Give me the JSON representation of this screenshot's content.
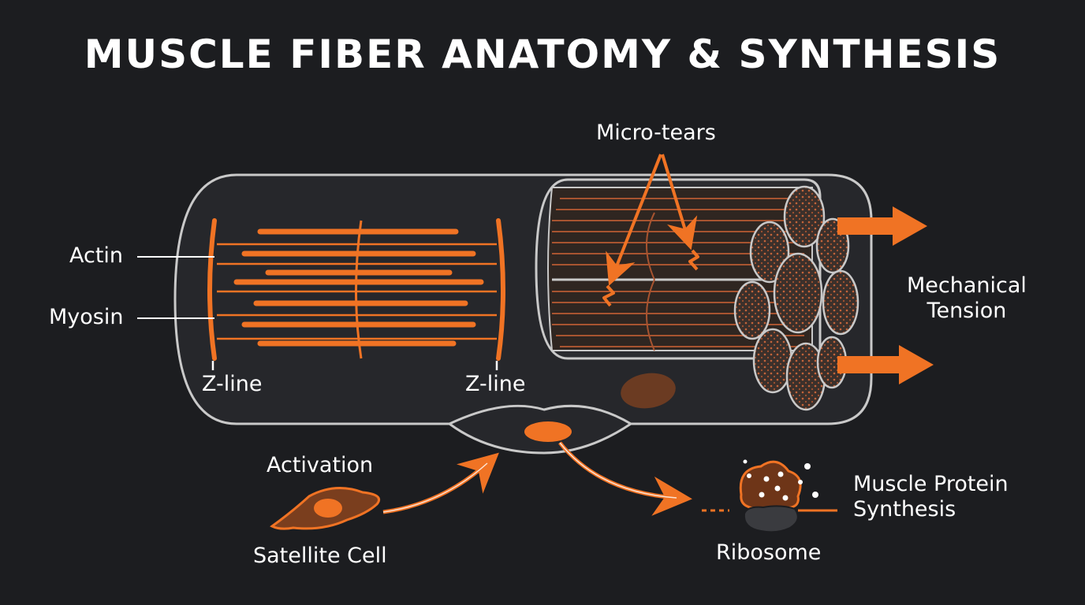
{
  "title": "MUSCLE FIBER ANATOMY & SYNTHESIS",
  "labels": {
    "actin": "Actin",
    "myosin": "Myosin",
    "z_line_left": "Z-line",
    "z_line_right": "Z-line",
    "micro_tears": "Micro-tears",
    "mechanical_tension": "Mechanical\nTension",
    "activation": "Activation",
    "satellite_cell": "Satellite Cell",
    "ribosome": "Ribosome",
    "muscle_protein_synthesis": "Muscle Protein\nSynthesis"
  },
  "colors": {
    "background": "#1c1d20",
    "accent": "#f07324",
    "fiber_fill": "#2a2b2f",
    "outline": "#c9c9c9",
    "bundle_fill": "#3a2f2b",
    "dot": "#c4643a"
  }
}
